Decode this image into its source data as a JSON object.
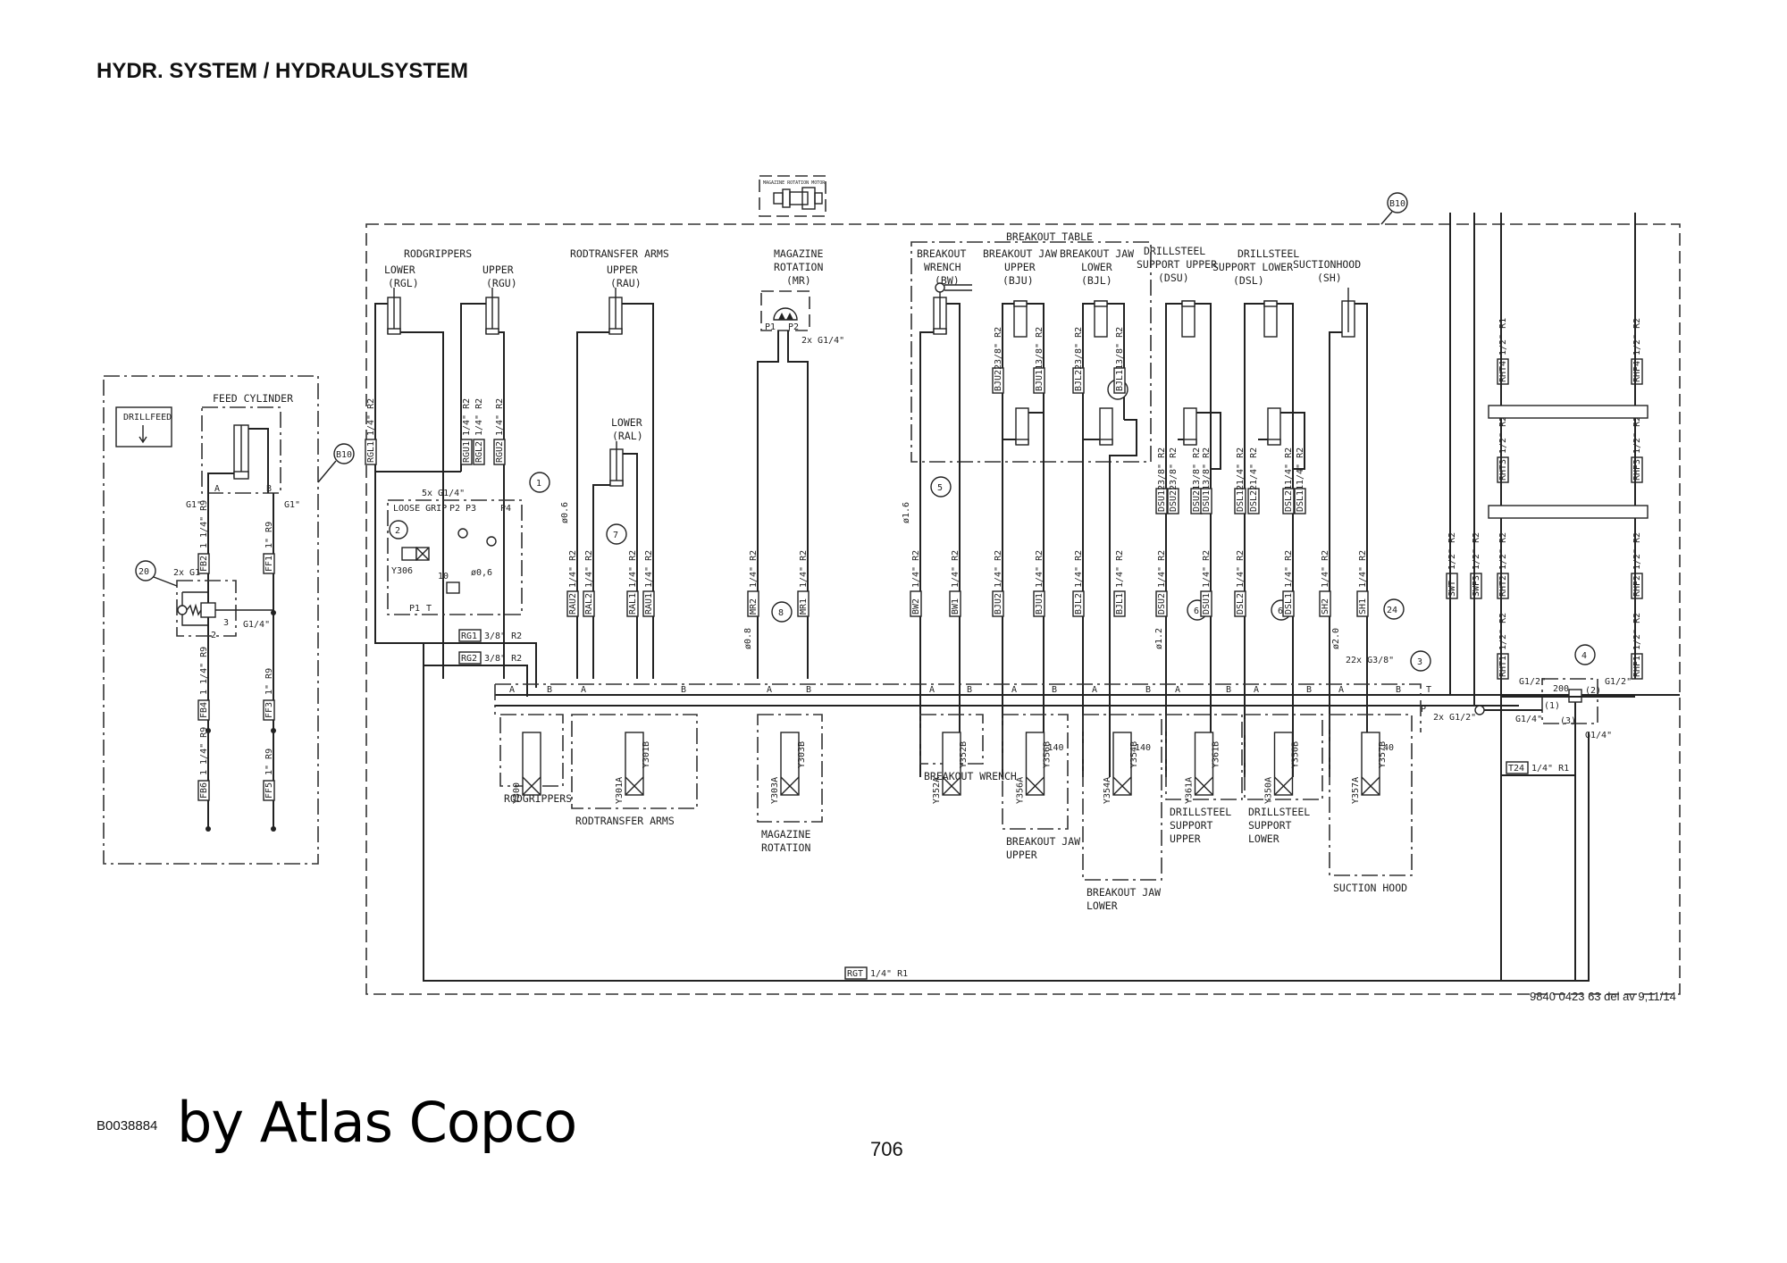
{
  "page": {
    "title": "HYDR. SYSTEM / HYDRAULSYSTEM",
    "doc_id": "B0038884",
    "brand": "by Atlas Copco",
    "page_number": "706",
    "drawing_ref": "9840 0423 63 del av 9,11/14"
  },
  "feed": {
    "title": "FEED CYLINDER",
    "drillfeed": "DRILLFEED",
    "port_a": "A",
    "port_b": "B",
    "g1_left": "G1\"",
    "g1_right": "G1\"",
    "ref_b10": "B10",
    "balloon_20": "20",
    "fitting_2x": "2x G1\"",
    "fitting_g14": "G1/4\"",
    "port_3": "3",
    "port_2": "2",
    "hoses": [
      {
        "tag": "FB2",
        "spec": "1 1/4\" R9"
      },
      {
        "tag": "FF1",
        "spec": "1\" R9"
      },
      {
        "tag": "FB4",
        "spec": "1 1/4\" R9"
      },
      {
        "tag": "FF3",
        "spec": "1\" R9"
      },
      {
        "tag": "FB6",
        "spec": "1 1/4\" R9"
      },
      {
        "tag": "FF5",
        "spec": "1\" R9"
      }
    ]
  },
  "main": {
    "ref_b10": "B10",
    "motor_label": "MAGAZINE ROTATION MOTOR",
    "breakout_table": "BREAKOUT TABLE",
    "headers": {
      "rodgrippers": "RODGRIPPERS",
      "rgl": [
        "LOWER",
        "(RGL)"
      ],
      "rgu": [
        "UPPER",
        "(RGU)"
      ],
      "rodtransfer": "RODTRANSFER ARMS",
      "rau": [
        "UPPER",
        "(RAU)"
      ],
      "ral": [
        "LOWER",
        "(RAL)"
      ],
      "mr": [
        "MAGAZINE",
        "ROTATION",
        "(MR)"
      ],
      "bw": [
        "BREAKOUT",
        "WRENCH",
        "(BW)"
      ],
      "bju": [
        "BREAKOUT JAW",
        "UPPER",
        "(BJU)"
      ],
      "bjl": [
        "BREAKOUT JAW",
        "LOWER",
        "(BJL)"
      ],
      "dsu": [
        "DRILLSTEEL",
        "SUPPORT UPPER",
        "(DSU)"
      ],
      "dsl": [
        "DRILLSTEEL",
        "SUPPORT LOWER",
        "(DSL)"
      ],
      "sh": [
        "SUCTIONHOOD",
        "(SH)"
      ]
    },
    "motor_ports": {
      "p1": "P1",
      "p2": "P2",
      "fitting": "2x G1/4\""
    },
    "loose_grip": {
      "label": "LOOSE GRIP",
      "fitting": "5x G1/4\"",
      "ports": [
        "P2",
        "P3",
        "P4",
        "P1",
        "T"
      ],
      "balloon_1": "1",
      "balloon_2": "2",
      "solenoid": "Y306",
      "relief": "10",
      "orifice": "ø0,6"
    },
    "balloons": {
      "b5": "5",
      "b6a": "6",
      "b6b": "6",
      "b7": "7",
      "b8": "8",
      "b9": "9",
      "b24": "24",
      "b3": "3",
      "b4": "4"
    },
    "orifices": {
      "ral": "ø0.6",
      "mr": "ø0.8",
      "bw": "ø1.6",
      "ds": "ø1.2",
      "sh": "ø2.0"
    },
    "hoses_upper": [
      {
        "tag": "RGL1",
        "spec": "1/4\" R2"
      },
      {
        "tag": "RGU1",
        "spec": "1/4\" R2"
      },
      {
        "tag": "RGL2",
        "spec": "1/4\" R2"
      },
      {
        "tag": "RGU2",
        "spec": "1/4\" R2"
      },
      {
        "tag": "BJU22",
        "spec": "3/8\" R2"
      },
      {
        "tag": "BJU11",
        "spec": "3/8\" R2"
      },
      {
        "tag": "BJL22",
        "spec": "3/8\" R2"
      },
      {
        "tag": "BJL11",
        "spec": "3/8\" R2"
      },
      {
        "tag": "DSU12",
        "spec": "3/8\" R2"
      },
      {
        "tag": "DSU22",
        "spec": "3/8\" R2"
      },
      {
        "tag": "DSU21",
        "spec": "3/8\" R2"
      },
      {
        "tag": "DSU11",
        "spec": "3/8\" R2"
      },
      {
        "tag": "DSL12",
        "spec": "1/4\" R2"
      },
      {
        "tag": "DSL22",
        "spec": "1/4\" R2"
      },
      {
        "tag": "DSL21",
        "spec": "1/4\" R2"
      },
      {
        "tag": "DSL11",
        "spec": "1/4\" R2"
      }
    ],
    "hoses_lower": [
      {
        "tag": "RAU2",
        "spec": "1/4\" R2"
      },
      {
        "tag": "RAL2",
        "spec": "1/4\" R2"
      },
      {
        "tag": "RAL1",
        "spec": "1/4\" R2"
      },
      {
        "tag": "RAU1",
        "spec": "1/4\" R2"
      },
      {
        "tag": "MR2",
        "spec": "1/4\" R2"
      },
      {
        "tag": "MR1",
        "spec": "1/4\" R2"
      },
      {
        "tag": "BW2",
        "spec": "1/4\" R2"
      },
      {
        "tag": "BW1",
        "spec": "1/4\" R2"
      },
      {
        "tag": "BJU2",
        "spec": "1/4\" R2"
      },
      {
        "tag": "BJU1",
        "spec": "1/4\" R2"
      },
      {
        "tag": "BJL2",
        "spec": "1/4\" R2"
      },
      {
        "tag": "BJL1",
        "spec": "1/4\" R2"
      },
      {
        "tag": "DSU2",
        "spec": "1/4\" R2"
      },
      {
        "tag": "DSU1",
        "spec": "1/4\" R2"
      },
      {
        "tag": "DSL2",
        "spec": "1/4\" R2"
      },
      {
        "tag": "DSL1",
        "spec": "1/4\" R2"
      },
      {
        "tag": "SH2",
        "spec": "1/4\" R2"
      },
      {
        "tag": "SH1",
        "spec": "1/4\" R2"
      }
    ],
    "return_hoses": [
      {
        "tag": "RG1",
        "spec": "3/8\" R2"
      },
      {
        "tag": "RG2",
        "spec": "3/8\" R2"
      },
      {
        "tag": "RGT",
        "spec": "1/4\" R1"
      },
      {
        "tag": "T24",
        "spec": "1/4\" R1"
      }
    ],
    "right_hoses": [
      {
        "tag": "SWT",
        "spec": "1/2\" R2"
      },
      {
        "tag": "SWP3",
        "spec": "1/2\" R2"
      },
      {
        "tag": "RHT4",
        "spec": "1/2\" R1"
      },
      {
        "tag": "RHT3",
        "spec": "1/2\" R2"
      },
      {
        "tag": "RHT2",
        "spec": "1/2\" R2"
      },
      {
        "tag": "RHT1",
        "spec": "1/2\" R2"
      },
      {
        "tag": "RHP4",
        "spec": "1/2\" R2"
      },
      {
        "tag": "RHP3",
        "spec": "1/2\" R2"
      },
      {
        "tag": "RHP2",
        "spec": "1/2\" R2"
      },
      {
        "tag": "RHP1",
        "spec": "1/2\" R2"
      }
    ],
    "valve_block": {
      "fitting_22x": "22x G3/8\"",
      "fitting_2x": "2x G1/2\"",
      "port_t": "T",
      "port_p": "P",
      "port_a": "A",
      "port_b": "B"
    },
    "reducing_valve": {
      "setting": "200",
      "port1": "(1)",
      "port2": "(2)",
      "port3": "(3)",
      "g12_left": "G1/2\"",
      "g12_right": "G1/2\"",
      "g14_left": "G1/4\"",
      "g14_bottom": "G1/4\""
    },
    "sections": [
      {
        "label": [
          "RODGRIPPERS"
        ],
        "solenoids": [
          "Y300"
        ]
      },
      {
        "label": [
          "RODTRANSFER ARMS"
        ],
        "solenoids": [
          "Y301A",
          "Y301B"
        ]
      },
      {
        "label": [
          "MAGAZINE",
          "ROTATION"
        ],
        "solenoids": [
          "Y303A",
          "Y303B"
        ]
      },
      {
        "label": [
          "BREAKOUT WRENCH"
        ],
        "solenoids": [
          "Y352A",
          "Y352B"
        ]
      },
      {
        "label": [
          "BREAKOUT JAW",
          "UPPER"
        ],
        "solenoids": [
          "Y356A",
          "Y356B"
        ],
        "relief": "140"
      },
      {
        "label": [
          "BREAKOUT JAW",
          "LOWER"
        ],
        "solenoids": [
          "Y354A",
          "Y354B"
        ],
        "relief": "140"
      },
      {
        "label": [
          "DRILLSTEEL",
          "SUPPORT",
          "UPPER"
        ],
        "solenoids": [
          "Y361A",
          "Y361B"
        ]
      },
      {
        "label": [
          "DRILLSTEEL",
          "SUPPORT",
          "LOWER"
        ],
        "solenoids": [
          "Y350A",
          "Y350B"
        ]
      },
      {
        "label": [
          "SUCTION HOOD"
        ],
        "solenoids": [
          "Y357A",
          "Y357B"
        ],
        "relief": "40"
      }
    ]
  }
}
